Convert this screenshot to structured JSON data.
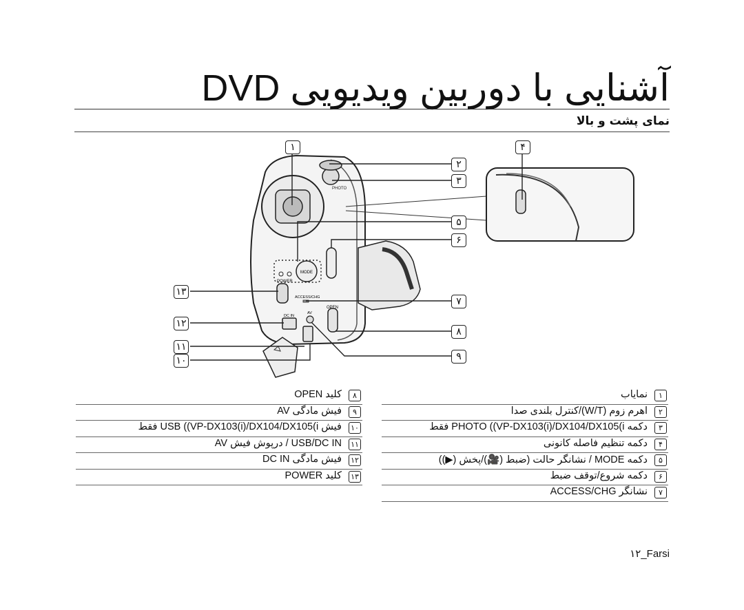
{
  "title": "آشنایی با دوربین ویدیویی DVD",
  "subtitle": "نمای پشت و بالا",
  "callouts": [
    "١",
    "٢",
    "٣",
    "۴",
    "۵",
    "۶",
    "٧",
    "٨",
    "٩",
    "١٠",
    "١١",
    "١٢",
    "١٣"
  ],
  "body_labels": {
    "photo": "PHOTO",
    "mode": "MODE",
    "power": "POWER",
    "access": "ACCESS/CHG",
    "open": "OPEN",
    "dcin": "DC IN",
    "av": "AV"
  },
  "list_right": [
    {
      "idx": "١",
      "text": "نمایاب"
    },
    {
      "idx": "٢",
      "text": "اهرم زوم (W/T)/کنترل بلندی صدا"
    },
    {
      "idx": "٣",
      "text": "دکمه PHOTO ((VP-DX103(i)/DX104/DX105(i فقط"
    },
    {
      "idx": "۴",
      "text": "دکمه تنظیم فاصله کانونی"
    },
    {
      "idx": "۵",
      "text": "دکمه MODE / نشانگر حالت (ضبط (🎥)/پخش (▶))"
    },
    {
      "idx": "۶",
      "text": "دکمه شروع/توقف ضبط"
    },
    {
      "idx": "٧",
      "text": "نشانگر ACCESS/CHG"
    }
  ],
  "list_left": [
    {
      "idx": "٨",
      "text": "کلید OPEN"
    },
    {
      "idx": "٩",
      "text": "فیش مادگی AV"
    },
    {
      "idx": "١٠",
      "text": "فیش USB ((VP-DX103(i)/DX104/DX105(i فقط"
    },
    {
      "idx": "١١",
      "text": "USB/DC IN / درپوش فیش AV"
    },
    {
      "idx": "١٢",
      "text": "فیش مادگی DC IN"
    },
    {
      "idx": "١٣",
      "text": "کلید POWER"
    }
  ],
  "footer": "١٢_Farsi"
}
